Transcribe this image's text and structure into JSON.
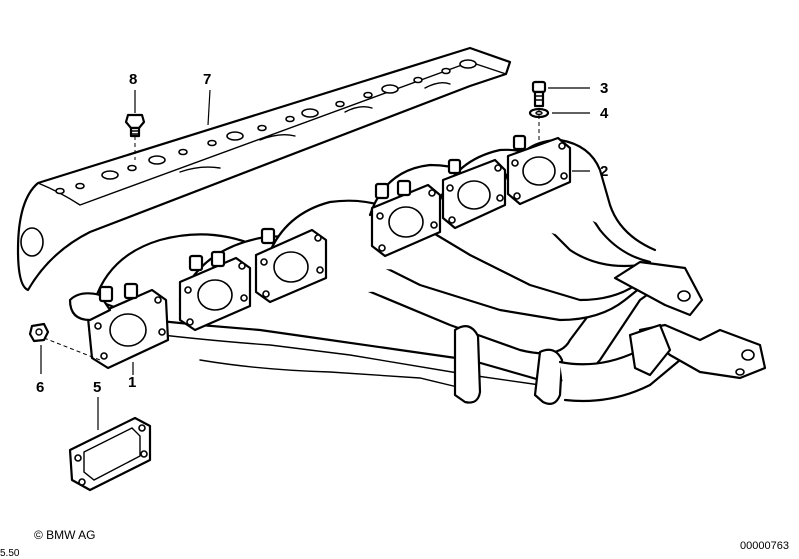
{
  "callouts": {
    "c1": "1",
    "c2": "2",
    "c3": "3",
    "c4": "4",
    "c5": "5",
    "c6": "6",
    "c7": "7",
    "c8": "8"
  },
  "footer": {
    "copyright": "© BMW AG",
    "diagram_number": "00000763",
    "edge_fragment": "5.50"
  }
}
